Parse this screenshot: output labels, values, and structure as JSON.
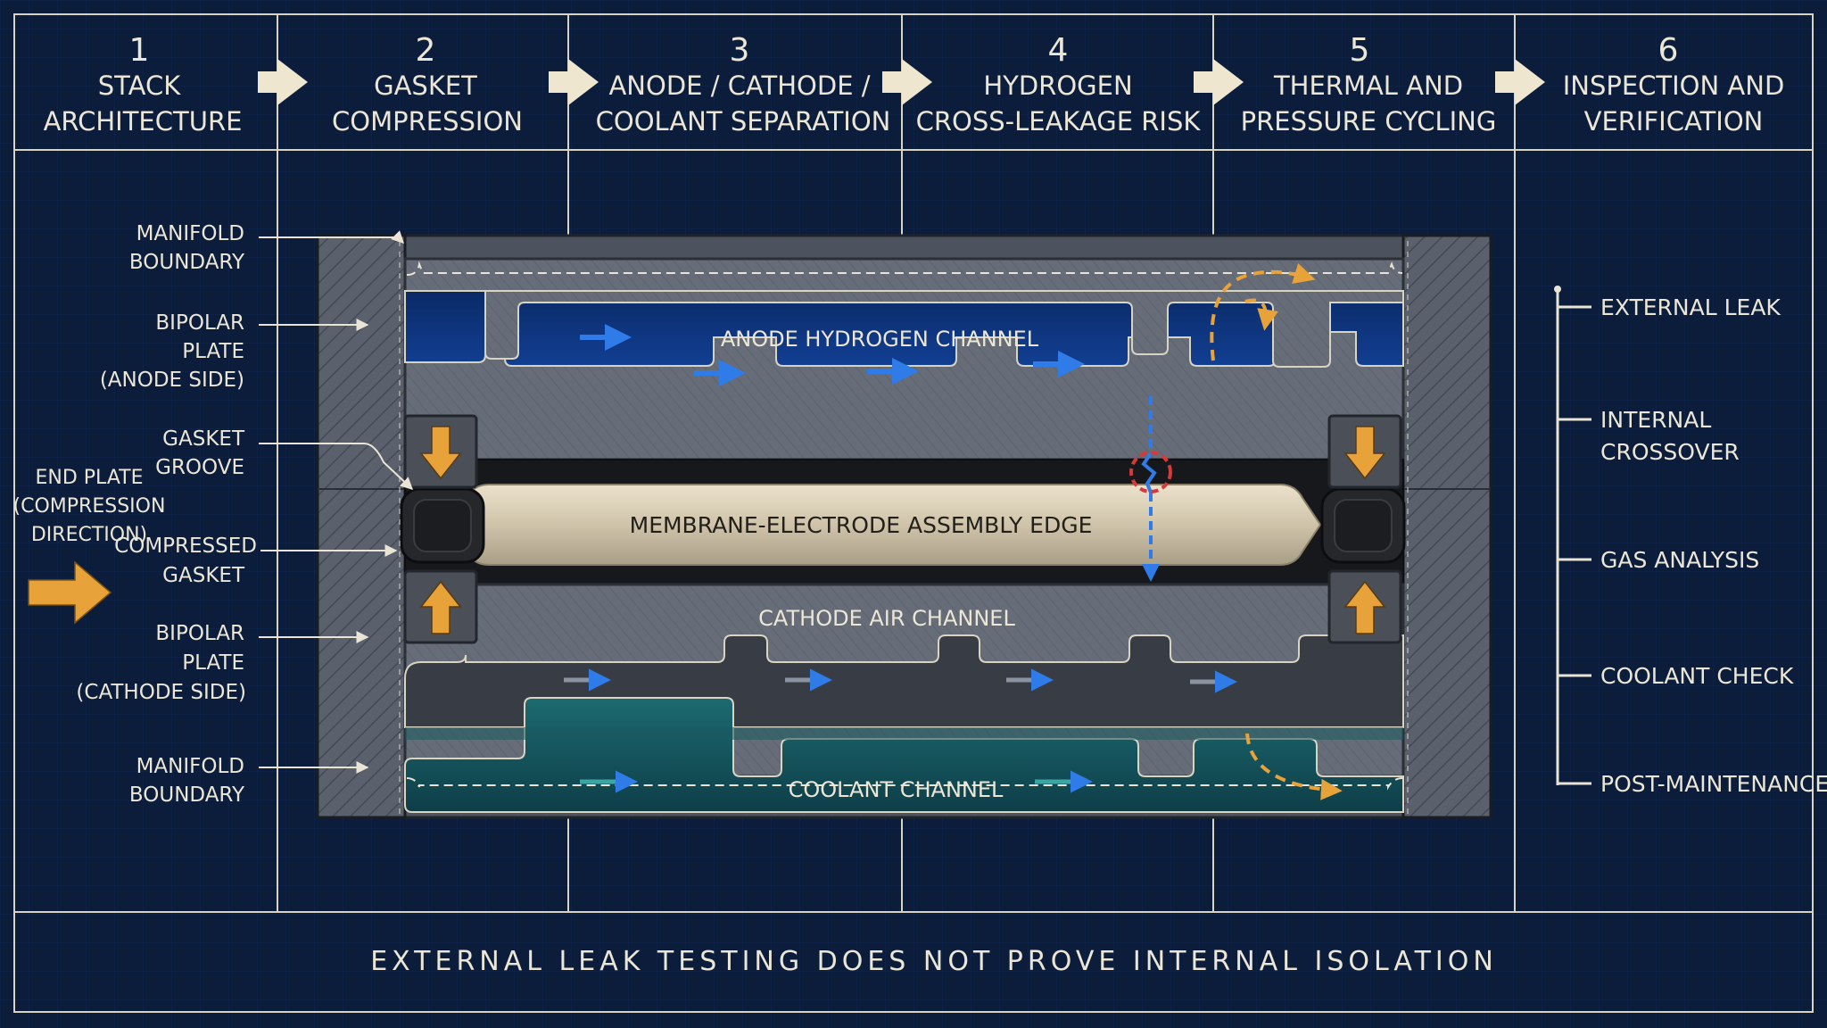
{
  "steps": [
    {
      "num": "1",
      "line1": "STACK",
      "line2": "ARCHITECTURE"
    },
    {
      "num": "2",
      "line1": "GASKET",
      "line2": "COMPRESSION"
    },
    {
      "num": "3",
      "line1": "ANODE / CATHODE /",
      "line2": "COOLANT SEPARATION"
    },
    {
      "num": "4",
      "line1": "HYDROGEN",
      "line2": "CROSS-LEAKAGE RISK"
    },
    {
      "num": "5",
      "line1": "THERMAL AND",
      "line2": "PRESSURE CYCLING"
    },
    {
      "num": "6",
      "line1": "INSPECTION AND",
      "line2": "VERIFICATION"
    }
  ],
  "left_labels": {
    "manifold_top": [
      "MANIFOLD",
      "BOUNDARY"
    ],
    "bipolar_anode": [
      "BIPOLAR",
      "PLATE",
      "(ANODE SIDE)"
    ],
    "gasket_groove": [
      "GASKET",
      "GROOVE"
    ],
    "end_plate": [
      "END PLATE",
      "(COMPRESSION",
      "DIRECTION)"
    ],
    "compressed_gasket": [
      "COMPRESSED",
      "GASKET"
    ],
    "bipolar_cathode": [
      "BIPOLAR",
      "PLATE",
      "(CATHODE SIDE)"
    ],
    "manifold_bottom": [
      "MANIFOLD",
      "BOUNDARY"
    ]
  },
  "channels": {
    "anode": "ANODE HYDROGEN CHANNEL",
    "mea": "MEMBRANE-ELECTRODE ASSEMBLY EDGE",
    "cathode": "CATHODE AIR CHANNEL",
    "coolant": "COOLANT CHANNEL"
  },
  "checklist": [
    "EXTERNAL LEAK",
    "INTERNAL|CROSSOVER",
    "GAS ANALYSIS",
    "COOLANT CHECK",
    "POST-MAINTENANCE"
  ],
  "footer": "EXTERNAL LEAK TESTING DOES NOT PROVE INTERNAL ISOLATION",
  "colors": {
    "background": "#0b1d3b",
    "line": "#d9d3c2",
    "accent_orange": "#e8a23a",
    "anode_blue": "#0f3a86",
    "coolant_teal": "#13505a",
    "plate_gray": "#5c6370",
    "gasket_black": "#2a2b2e"
  }
}
